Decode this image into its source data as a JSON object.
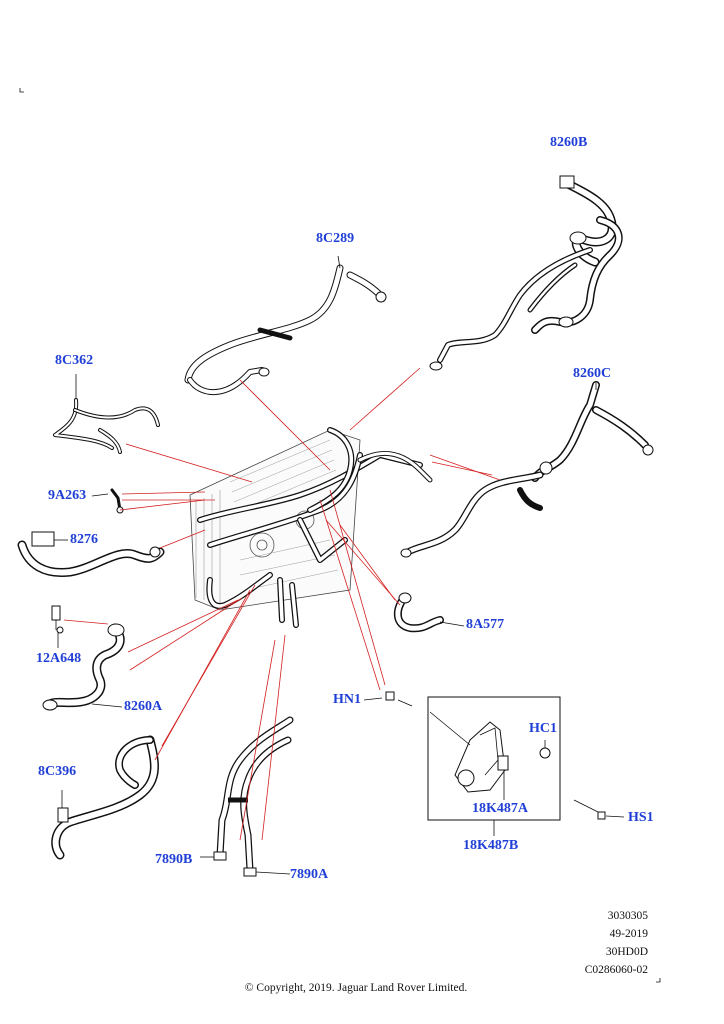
{
  "labels": {
    "l8260B": "8260B",
    "l8C289": "8C289",
    "l8C362": "8C362",
    "l8260C": "8260C",
    "l9A263": "9A263",
    "l8276": "8276",
    "l12A648": "12A648",
    "l8A577": "8A577",
    "l8260A": "8260A",
    "lHN1": "HN1",
    "lHC1": "HC1",
    "l18K487A": "18K487A",
    "l18K487B": "18K487B",
    "lHS1": "HS1",
    "l8C396": "8C396",
    "l7890B": "7890B",
    "l7890A": "7890A"
  },
  "meta": {
    "line1": "3030305",
    "line2": "49-2019",
    "line3": "30HD0D",
    "line4": "C0286060-02"
  },
  "copyright": "© Copyright, 2019. Jaguar Land Rover Limited.",
  "colors": {
    "label": "#1f3fd6",
    "leader": "#d42020",
    "line": "#111111"
  }
}
